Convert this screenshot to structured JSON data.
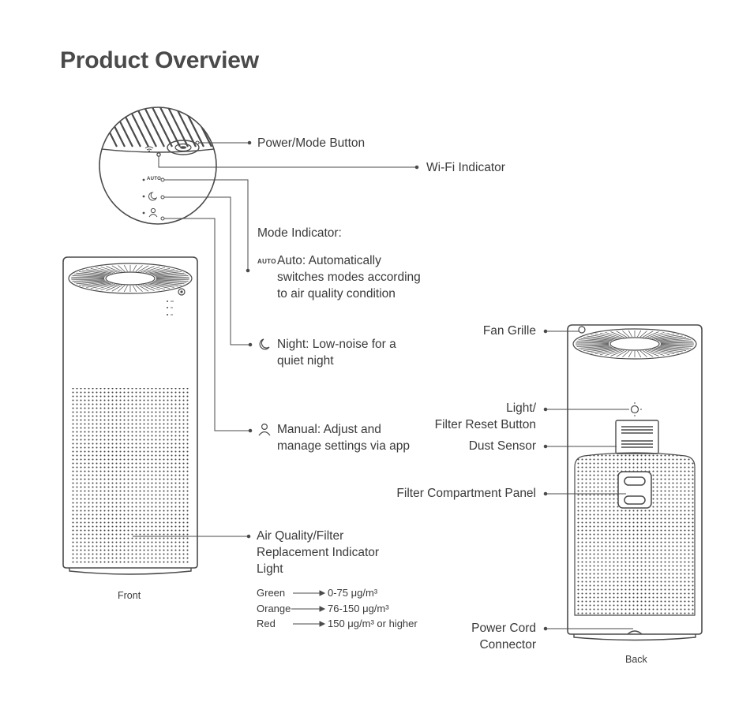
{
  "title": "Product Overview",
  "views": {
    "front": "Front",
    "back": "Back"
  },
  "callouts": {
    "power_mode": "Power/Mode Button",
    "wifi": "Wi-Fi Indicator",
    "mode_heading": "Mode Indicator:",
    "auto_tag": "AUTO",
    "auto_lines": [
      "Auto: Automatically",
      "switches modes according",
      "to air quality condition"
    ],
    "night_lines": [
      "Night: Low-noise for a",
      "quiet night"
    ],
    "manual_lines": [
      "Manual: Adjust and",
      "manage settings via app"
    ],
    "air_quality_lines": [
      "Air Quality/Filter",
      "Replacement Indicator",
      "Light"
    ],
    "fan_grille": "Fan Grille",
    "light_reset_lines": [
      "Light/",
      "Filter Reset Button"
    ],
    "dust_sensor": "Dust Sensor",
    "filter_panel": "Filter Compartment Panel",
    "power_cord_lines": [
      "Power Cord",
      "Connector"
    ]
  },
  "legend": [
    {
      "color": "Green",
      "range": "0-75 μg/m³"
    },
    {
      "color": "Orange",
      "range": "76-150 μg/m³"
    },
    {
      "color": "Red",
      "range": "150 μg/m³ or higher"
    }
  ],
  "icons": {
    "night": "moon-icon",
    "manual": "person-icon",
    "wifi": "wifi-icon"
  },
  "colors": {
    "line": "#4a4a4a",
    "text": "#3a3a3a"
  }
}
